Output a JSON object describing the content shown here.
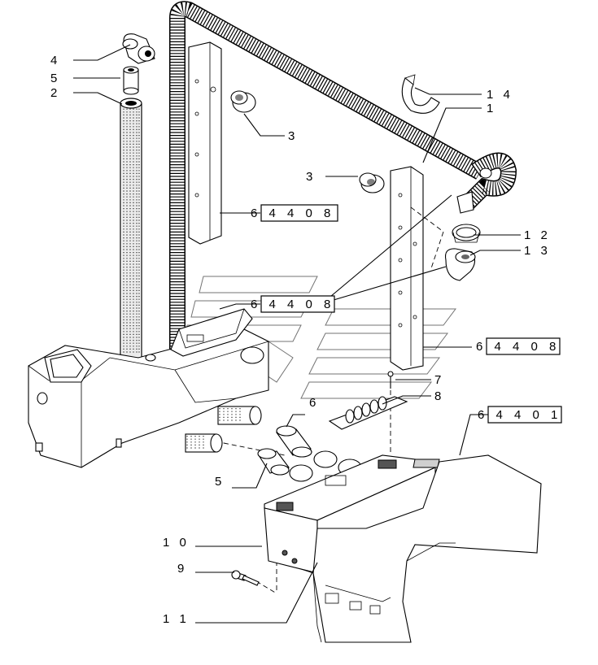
{
  "callouts": {
    "p4": "4",
    "p5_top": "5",
    "p2": "2",
    "p14": "1 4",
    "p1": "1",
    "p3_top": "3",
    "p3_mid": "3",
    "p12": "1 2",
    "p13": "1 3",
    "p7": "7",
    "p8": "8",
    "p6": "6",
    "p5_bottom": "5",
    "p10": "1 0",
    "p9": "9",
    "p11": "1 1"
  },
  "references": {
    "r1": "6 4 4  0 8",
    "r2": "6 4 4  0 8",
    "r3": "6 4 4  0 8",
    "r4": "6 4 4  0 1"
  }
}
